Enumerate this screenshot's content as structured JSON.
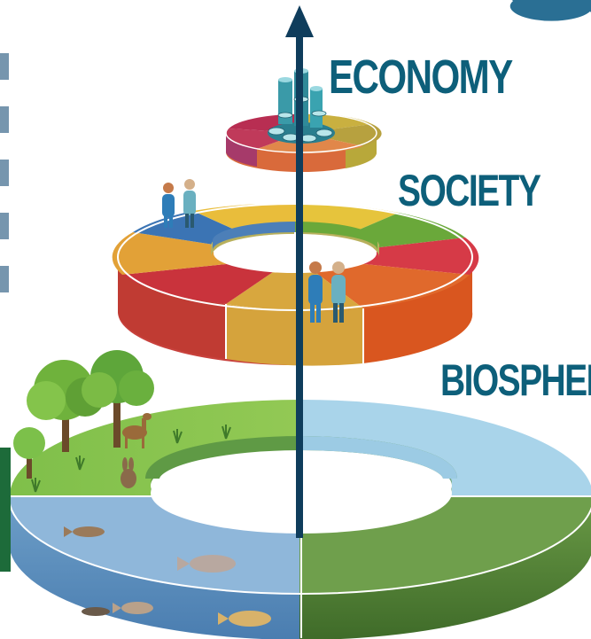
{
  "labels": {
    "economy": "ECONOMY",
    "society": "SOCIETY",
    "biosphere": "BIOSPHERI"
  },
  "colors": {
    "label": "#0d5f7a",
    "arrow": "#0f3d5c",
    "bio_land": "#8bc34a",
    "bio_land_dark": "#4f7f2f",
    "bio_water": "#a9d3ea",
    "bio_water_dark": "#5f8fb8",
    "society_segments": [
      "#e8c33b",
      "#6ea93a",
      "#d6424a",
      "#c9392f",
      "#e07a2c",
      "#d9a73b",
      "#c0392b",
      "#d4a236",
      "#3f76b6"
    ],
    "economy_segments": [
      "#c33b55",
      "#b6b03c",
      "#d07a45",
      "#7a3a6b"
    ]
  },
  "icons": [
    "arrow-up-icon",
    "coin-stack-icon",
    "people-icon",
    "tree-icon",
    "deer-icon",
    "rabbit-icon",
    "fish-icon"
  ]
}
